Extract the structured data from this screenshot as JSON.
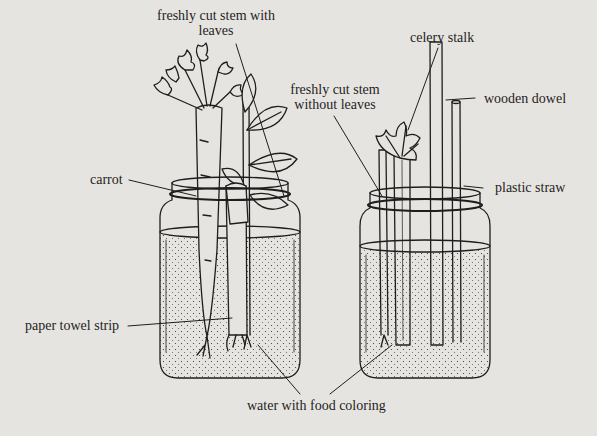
{
  "diagram": {
    "labels": [
      "freshly cut stem with leaves",
      "freshly cut stem without leaves",
      "celery stalk",
      "wooden dowel",
      "plastic straw",
      "carrot",
      "paper towel strip",
      "water with food coloring"
    ]
  }
}
